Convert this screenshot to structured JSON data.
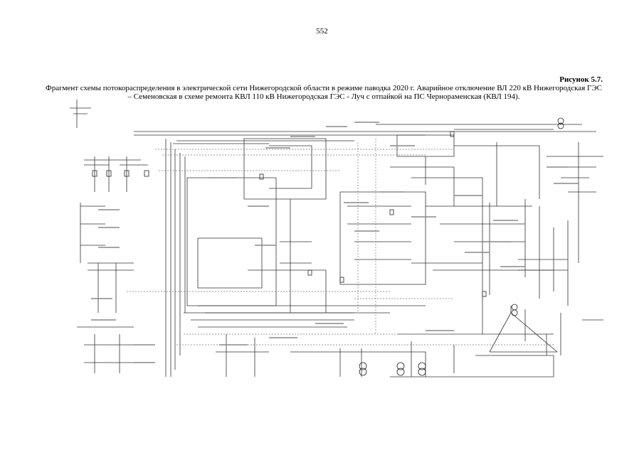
{
  "page": {
    "number": "552"
  },
  "figure": {
    "label": "Рисунок 5.7.",
    "caption": "Фрагмент схемы потокораспределения в электрической сети Нижегородской области в режиме паводка 2020 г. Аварийное отключение ВЛ 220 кВ Нижегородская ГЭС – Семеновская в схеме ремонта КВЛ 110 кВ Нижегородская ГЭС - Луч с отпайкой на ПС Чернораменская (КВЛ 194)."
  },
  "colors": {
    "ink": "#000000",
    "line": "#333333",
    "light_line": "#7a7a7a"
  }
}
